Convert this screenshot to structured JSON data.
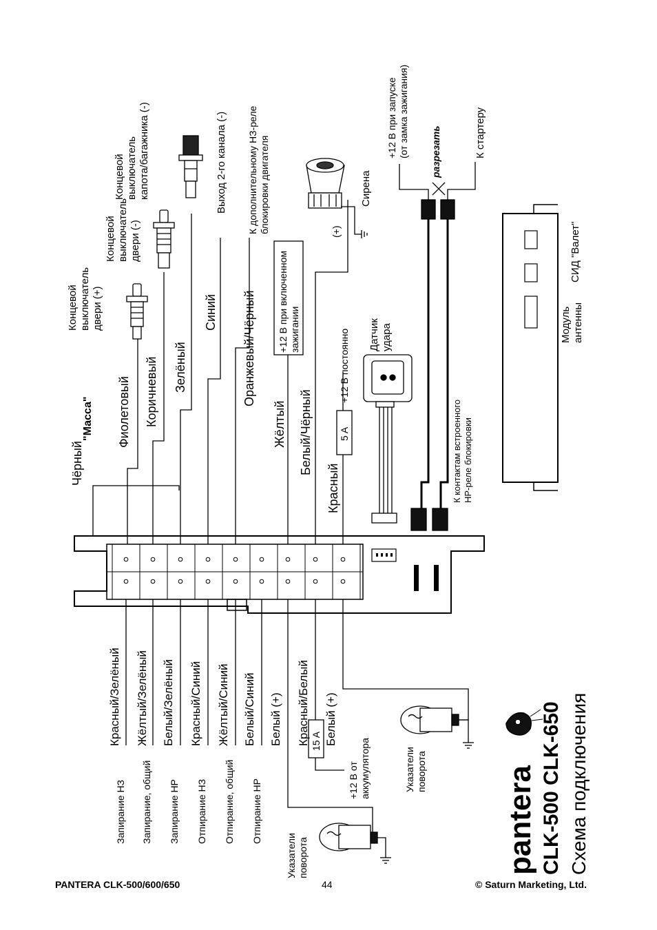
{
  "brand": {
    "logo_text": "pantera",
    "models": "CLK-500 CLK-650",
    "title": "Схема подключения"
  },
  "connector_wires": {
    "top": [
      "Чёрный",
      "\"Масса\"",
      "Фиолетовый",
      "Коричневый",
      "Зелёный",
      "Синий",
      "Оранжевый/Чёрный",
      "Жёлтый",
      "Белый/Чёрный",
      "Красный"
    ],
    "bottom": [
      "Красный/Зелёный",
      "Жёлтый/Зелёный",
      "Белый/Зелёный",
      "Красный/Синий",
      "Жёлтый/Синий",
      "Белый/Синий",
      "Белый (+)",
      "Красный/Белый",
      "Белый (+)"
    ]
  },
  "lock_functions": [
    "Запирание НЗ",
    "Запирание, общий",
    "Запирание НР",
    "Отпирание НЗ",
    "Отпирание, общий",
    "Отпирание НР"
  ],
  "components": {
    "door_switch_plus": [
      "Концевой",
      "выключатель",
      "двери (+)"
    ],
    "door_switch_minus": [
      "Концевой",
      "выключатель",
      "двери (-)"
    ],
    "hood_switch": [
      "Концевой",
      "выключатель",
      "капота/багажника (-)"
    ],
    "channel2": "Выход 2-го канала (-)",
    "relay": [
      "К дополнительному НЗ-реле",
      "блокировки двигателя"
    ],
    "ignition": [
      "+12 В при включенном",
      "зажигании"
    ],
    "siren": "Сирена",
    "siren_plus": "(+)",
    "constant": "+12 В постоянно",
    "fuse_5a": "5 A",
    "shock_sensor": [
      "Датчик",
      "удара"
    ],
    "starter_plus": [
      "+12 В при запуске",
      "(от замка зажигания)"
    ],
    "cut": "разрезать",
    "starter": "К стартеру",
    "nr_relay": [
      "К контактам встроенного",
      "НР-реле блокировки"
    ],
    "antenna_module": [
      "Модуль",
      "антенны"
    ],
    "led_valet": "СИД  \"Валет\"",
    "fuse_15a": "15 A",
    "battery": [
      "+12 В от",
      "аккумулятора"
    ],
    "turn_signals_1": [
      "Указатели",
      "поворота"
    ],
    "turn_signals_2": [
      "Указатели",
      "поворота"
    ]
  },
  "footer": {
    "left": "PANTERA CLK-500/600/650",
    "page": "44",
    "right": "© Saturn Marketing, Ltd."
  }
}
